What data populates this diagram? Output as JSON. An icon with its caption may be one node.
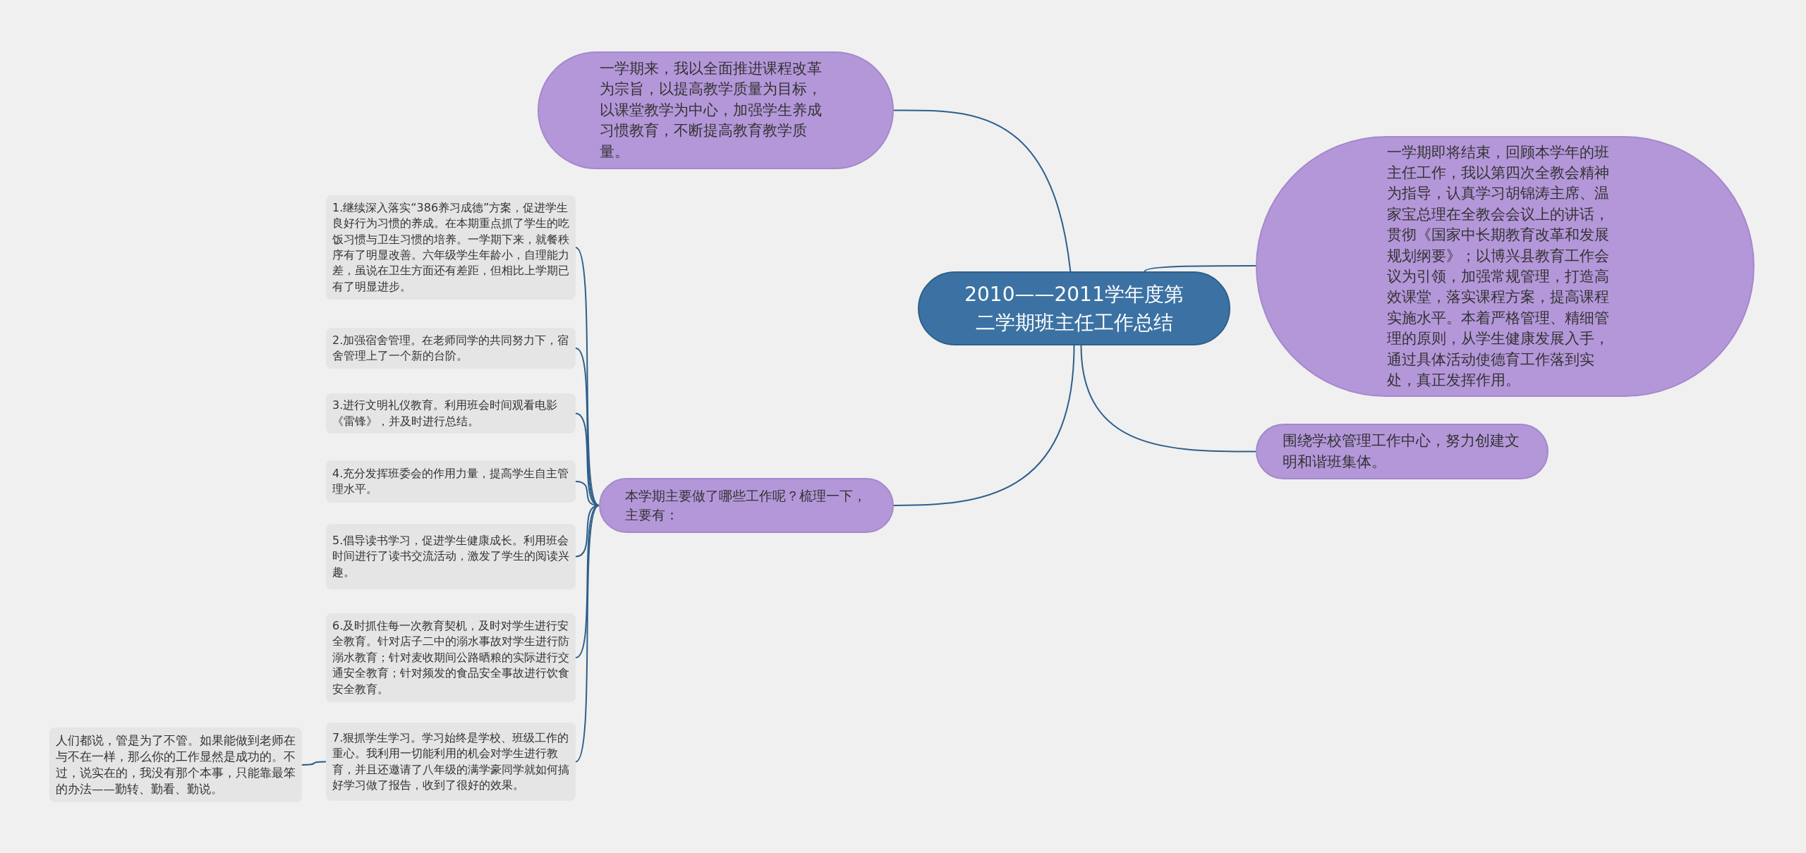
{
  "diagram": {
    "nodes": [
      {
        "text": [
          "2010——2011学年度第二学期班主任工作总结"
        ]
      },
      {
        "text": [
          "一学期来，我以全面推进课程改革为宗旨，以提高教学质量为目标，以课堂教学为中心，加强学生养成习惯教育，不断提高教育教学质量。"
        ]
      },
      {
        "text": [
          "一学期即将结束，回顾本学年的班主任工作，我以第四次全教会精神为指导，认真学习胡锦涛主席、温家宝总理在全教会会议上的讲话，贯彻《国家中长期教育改革和发展规划纲要》；以博兴县教育工作会议为引领，加强常规管理，打造高效课堂，落实课程方案，提高课程实施水平。本着严格管理、精细管理的原则，从学生健康发展入手，通过具体活动使德育工作落到实处，真正发挥作用。"
        ]
      },
      {
        "text": [
          "围绕学校管理工作中心，努力创建文明和谐班集体。"
        ]
      },
      {
        "text": [
          "本学期主要做了哪些工作呢？梳理一下，主要有："
        ]
      },
      {
        "text": [
          "1.继续深入落实“386养习成德”方案，促进学生良好行为习惯的养成。在本期重点抓了学生的吃饭习惯与卫生习惯的培养。一学期下来，就餐秩序有了明显改善。六年级学生年龄小，自理能力差，虽说在卫生方面还有差距，但相比上学期已有了明显进步。"
        ]
      },
      {
        "text": [
          "2.加强宿舍管理。在老师同学的共同努力下，宿舍管理上了一个新的台阶。"
        ]
      },
      {
        "text": [
          "3.进行文明礼仪教育。利用班会时间观看电影《雷锋》，并及时进行总结。"
        ]
      },
      {
        "text": [
          "4.充分发挥班委会的作用力量，提高学生自主管理水平。"
        ]
      },
      {
        "text": [
          "5.倡导读书学习，促进学生健康成长。利用班会时间进行了读书交流活动，激发了学生的阅读兴趣。"
        ]
      },
      {
        "text": [
          "6.及时抓住每一次教育契机，及时对学生进行安全教育。针对店子二中的溺水事故对学生进行防溺水教育；针对麦收期间公路晒粮的实际进行交通安全教育；针对频发的食品安全事故进行饮食安全教育。"
        ]
      },
      {
        "text": [
          "7.狠抓学生学习。学习始终是学校、班级工作的重心。我利用一切能利用的机会对学生进行教育，并且还邀请了八年级的满学豪同学就如何搞好学习做了报告，收到了很好的效果。"
        ]
      },
      {
        "text": [
          "人们都说，管是为了不管。如果能做到老师在与不在一样，那么你的工作显然是成功的。不过，说实在的，我没有那个本事，只能靠最笨的办法——勤转、勤看、勤说。"
        ]
      }
    ],
    "edges": [
      {
        "from": 0,
        "to": 1,
        "arrow": "none"
      },
      {
        "from": 0,
        "to": 2,
        "arrow": "none"
      },
      {
        "from": 0,
        "to": 3,
        "arrow": "none"
      },
      {
        "from": 0,
        "to": 4,
        "arrow": "none"
      },
      {
        "from": 4,
        "to": 5,
        "arrow": "none"
      },
      {
        "from": 4,
        "to": 6,
        "arrow": "none"
      },
      {
        "from": 4,
        "to": 7,
        "arrow": "none"
      },
      {
        "from": 4,
        "to": 8,
        "arrow": "none"
      },
      {
        "from": 4,
        "to": 9,
        "arrow": "none"
      },
      {
        "from": 4,
        "to": 10,
        "arrow": "none"
      },
      {
        "from": 4,
        "to": 11,
        "arrow": "none"
      },
      {
        "from": 11,
        "to": 12,
        "arrow": "none"
      }
    ]
  }
}
